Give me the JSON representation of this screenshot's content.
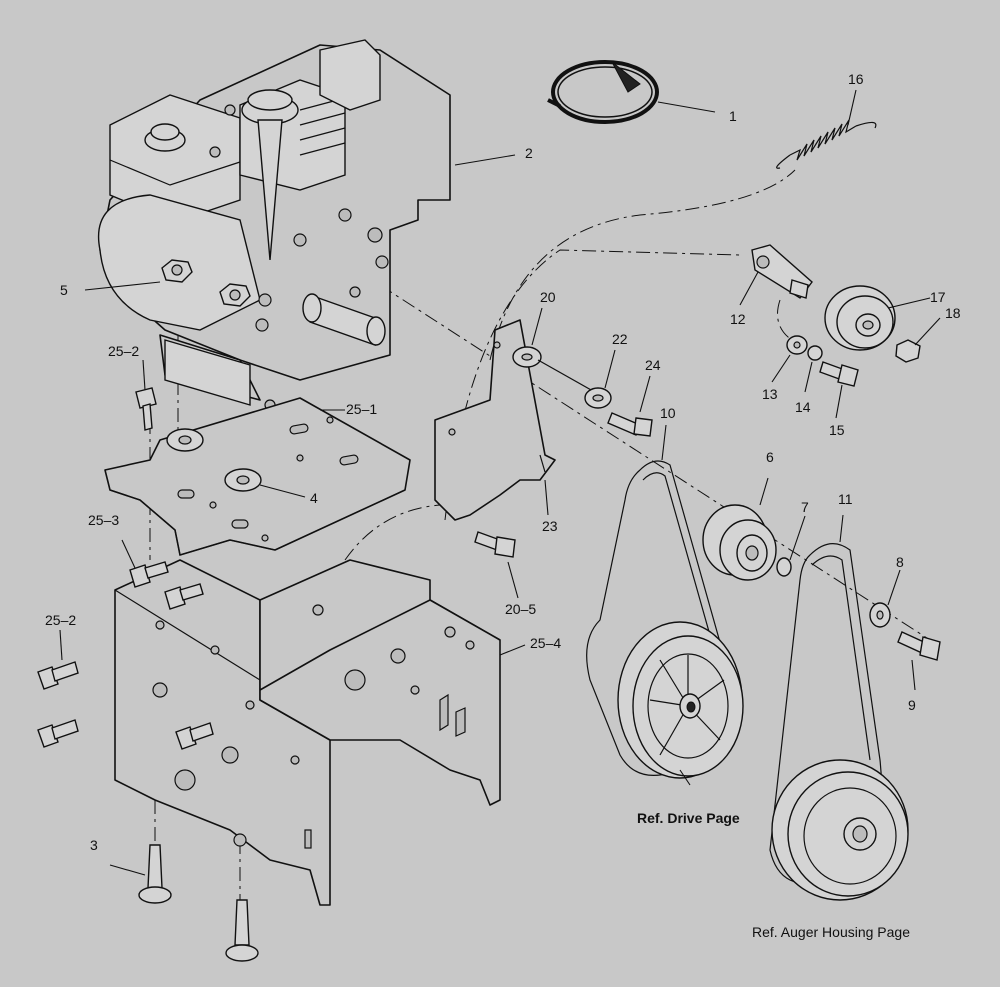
{
  "callouts": [
    {
      "id": "c1",
      "text": "1"
    },
    {
      "id": "c2",
      "text": "2"
    },
    {
      "id": "c3",
      "text": "3"
    },
    {
      "id": "c4",
      "text": "4"
    },
    {
      "id": "c5",
      "text": "5"
    },
    {
      "id": "c6",
      "text": "6"
    },
    {
      "id": "c7",
      "text": "7"
    },
    {
      "id": "c8",
      "text": "8"
    },
    {
      "id": "c9",
      "text": "9"
    },
    {
      "id": "c10",
      "text": "10"
    },
    {
      "id": "c11",
      "text": "11"
    },
    {
      "id": "c12",
      "text": "12"
    },
    {
      "id": "c13",
      "text": "13"
    },
    {
      "id": "c14",
      "text": "14"
    },
    {
      "id": "c15",
      "text": "15"
    },
    {
      "id": "c16",
      "text": "16"
    },
    {
      "id": "c17",
      "text": "17"
    },
    {
      "id": "c18",
      "text": "18"
    },
    {
      "id": "c20",
      "text": "20"
    },
    {
      "id": "c20_5",
      "text": "20–5"
    },
    {
      "id": "c22",
      "text": "22"
    },
    {
      "id": "c23",
      "text": "23"
    },
    {
      "id": "c24",
      "text": "24"
    },
    {
      "id": "c25_1",
      "text": "25–1"
    },
    {
      "id": "c25_2a",
      "text": "25–2"
    },
    {
      "id": "c25_2b",
      "text": "25–2"
    },
    {
      "id": "c25_3",
      "text": "25–3"
    },
    {
      "id": "c25_4",
      "text": "25–4"
    }
  ],
  "references": {
    "drive": "Ref. Drive Page",
    "auger": "Ref. Auger Housing Page"
  }
}
